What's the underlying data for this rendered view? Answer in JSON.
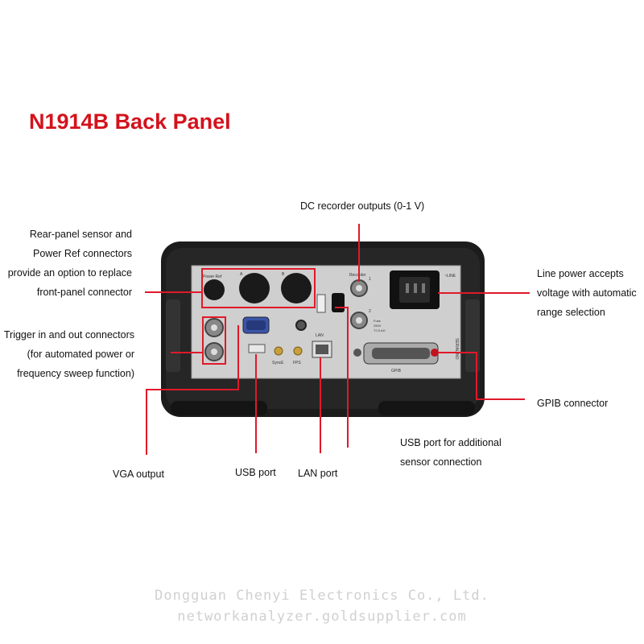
{
  "title": "N1914B Back Panel",
  "callouts": {
    "rear_sensor": [
      "Rear-panel sensor and",
      "Power Ref connectors",
      "provide an option to replace",
      "front-panel connector"
    ],
    "trigger": [
      "Trigger in and out connectors",
      "(for automated power or",
      "frequency sweep function)"
    ],
    "vga": "VGA output",
    "usb": "USB port",
    "lan": "LAN port",
    "usb_sensor": [
      "USB port for additional",
      "sensor connection"
    ],
    "dc_recorder": "DC recorder outputs (0-1 V)",
    "line_power": [
      "Line power accepts",
      "voltage with automatic",
      "range selection"
    ],
    "gpib": "GPIB connector"
  },
  "panel_text": {
    "power_ref": "Power Ref",
    "a": "A",
    "b": "B",
    "recorder": "Recorder",
    "ch1": "1",
    "ch2": "2",
    "lan": "LAN",
    "sync": "SyncE",
    "fps": "FPS",
    "gpib": "GPIB",
    "serial": "SERIAL NO",
    "line": "~LINE",
    "fuse": "Fuse",
    "fuse_rating": "250V",
    "fuse_amp": "T2.5 AH"
  },
  "watermark": [
    "Dongguan Chenyi Electronics Co., Ltd.",
    "networkanalyzer.goldsupplier.com"
  ],
  "colors": {
    "accent": "#d4121c",
    "callout_line": "#e0192a",
    "housing": "#1c1c1c",
    "panel": "#cfcfcf"
  }
}
